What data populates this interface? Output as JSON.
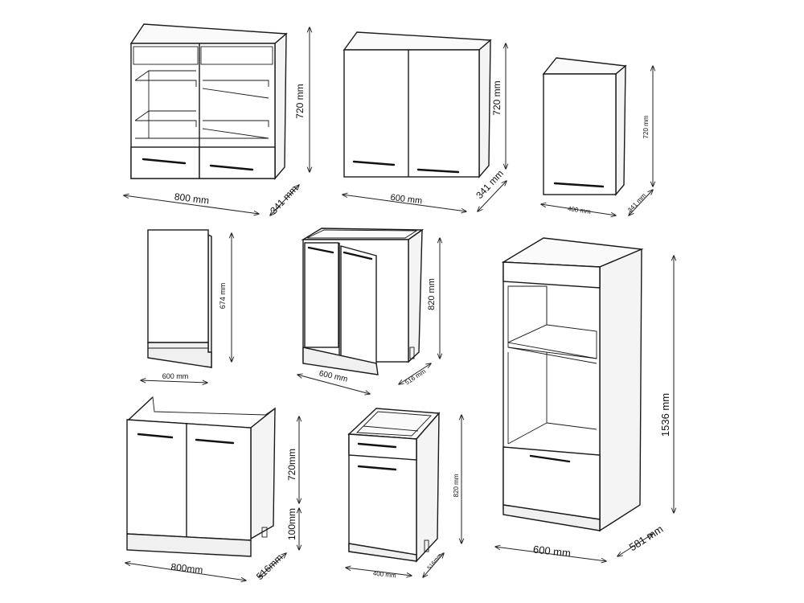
{
  "labels": {
    "wg_width": "800 mm",
    "wg_height": "720 mm",
    "wg_depth": "341 mm",
    "w6_width": "600 mm",
    "w6_height": "720 mm",
    "w6_depth": "341 mm",
    "w4_width": "400 mm",
    "w4_height": "720 mm",
    "w4_depth": "341 mm",
    "panel_width": "600 mm",
    "panel_height": "674 mm",
    "b6_width": "600 mm",
    "b6_height": "820 mm",
    "b6_depth": "516 mm",
    "tall_width": "600 mm",
    "tall_height": "1536 mm",
    "tall_depth": "581 mm",
    "sink_width": "800mm",
    "sink_height": "720mm",
    "sink_plinth": "100mm",
    "sink_depth": "516mm",
    "d4_width": "400 mm",
    "d4_height": "820 mm",
    "d4_depth": "516mm"
  }
}
